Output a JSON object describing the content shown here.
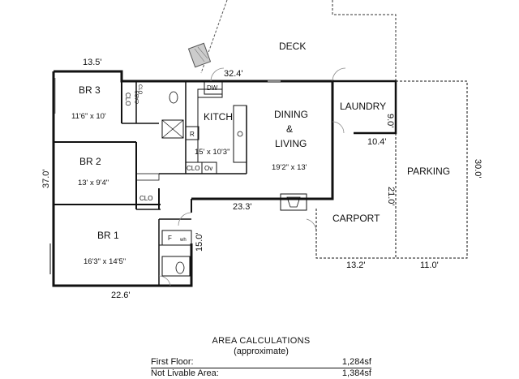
{
  "plan": {
    "rooms": {
      "deck": "DECK",
      "br3": "BR 3",
      "br3_size": "11'6\" x 10'",
      "br2": "BR 2",
      "br2_size": "13' x 9'4\"",
      "br1": "BR 1",
      "br1_size": "16'3\" x 14'5\"",
      "kitchen": "KITCH",
      "kitchen_size": "15' x 10'3\"",
      "dining_line1": "DINING",
      "dining_line2": "&",
      "dining_line3": "LIVING",
      "dining_size": "19'2\" x 13'",
      "laundry": "LAUNDRY",
      "carport": "CARPORT",
      "parking": "PARKING"
    },
    "fixtures": {
      "clo_br3": "CLO",
      "cabs": "CABS",
      "clo_br3_side": "CLO",
      "dw": "DW",
      "range": "R",
      "clo_kitchen": "CLO",
      "oven": "Ov",
      "clo_br2": "CLO",
      "furnace": "F",
      "water_heater": "wh"
    },
    "dimensions": {
      "top_left": "13.5'",
      "top_mid": "32.4'",
      "left_side": "37.0'",
      "bottom_br1": "22.6'",
      "hall_vertical": "15.0'",
      "mid_horizontal": "23.3'",
      "laundry_width": "10.4'",
      "laundry_depth": "9.0'",
      "carport_depth": "21.0'",
      "carport_width": "13.2'",
      "parking_width": "11.0'",
      "parking_depth": "30.0'"
    }
  },
  "area": {
    "title": "AREA CALCULATIONS",
    "note": "(approximate)",
    "first_floor_label": "First Floor:",
    "first_floor_value": "1,284sf",
    "not_livable_label": "Not Livable Area:",
    "not_livable_value": "1,384sf"
  }
}
